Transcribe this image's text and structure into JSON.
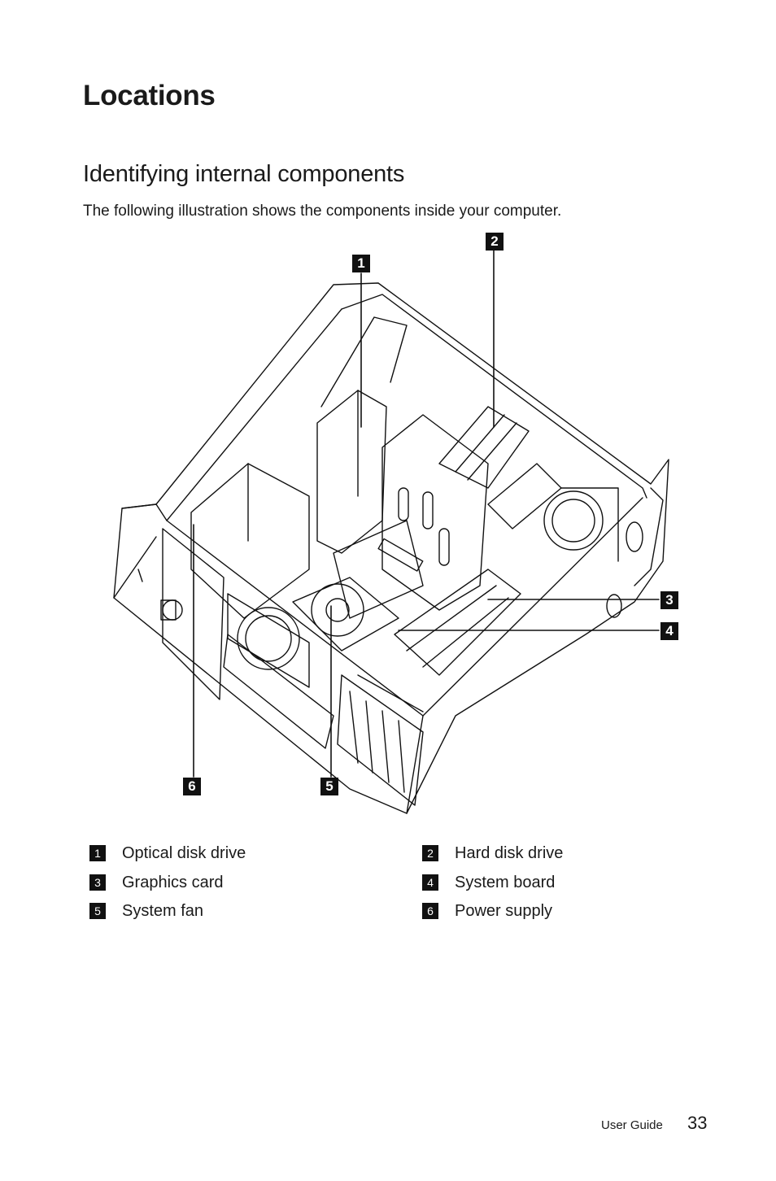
{
  "heading": "Locations",
  "section": {
    "title": "Identifying internal components",
    "intro": "The following illustration shows the components inside your computer."
  },
  "callouts": [
    "1",
    "2",
    "3",
    "4",
    "5",
    "6"
  ],
  "legend": [
    {
      "number": "1",
      "label": "Optical disk drive"
    },
    {
      "number": "2",
      "label": "Hard disk drive"
    },
    {
      "number": "3",
      "label": "Graphics card"
    },
    {
      "number": "4",
      "label": "System board"
    },
    {
      "number": "5",
      "label": "System fan"
    },
    {
      "number": "6",
      "label": "Power supply"
    }
  ],
  "footer": {
    "label": "User Guide",
    "page": "33"
  }
}
